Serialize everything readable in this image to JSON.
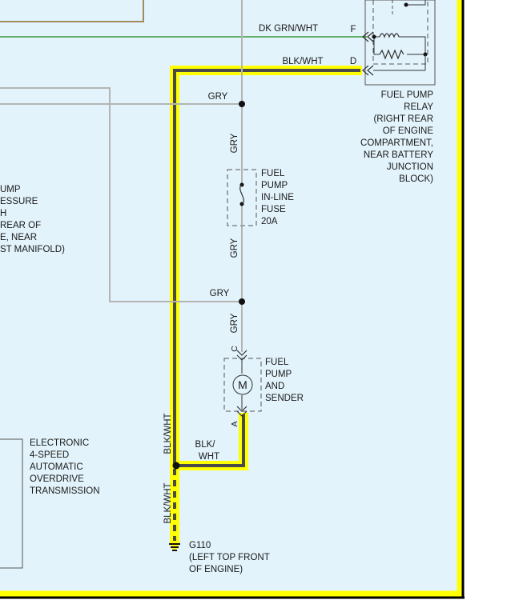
{
  "wires": {
    "dk_grn_wht": "DK GRN/WHT",
    "blk_wht_top": "BLK/WHT",
    "gry_left_top": "GRY",
    "gry_vert_1": "GRY",
    "gry_vert_2": "GRY",
    "gry_left_mid": "GRY",
    "gry_vert_3": "GRY",
    "blk_wht_vert_1": "BLK/WHT",
    "blk_wht_vert_2": "BLK/WHT",
    "blk_wht_short_1": "BLK/",
    "blk_wht_short_2": "WHT"
  },
  "pins": {
    "relay_f": "F",
    "relay_d": "D",
    "pump_c": "C",
    "pump_a": "A"
  },
  "relay": {
    "lines": [
      "FUEL PUMP",
      "RELAY",
      "(RIGHT REAR",
      "OF ENGINE",
      "COMPARTMENT,",
      "NEAR BATTERY",
      "JUNCTION",
      "BLOCK)"
    ]
  },
  "fuse": {
    "lines": [
      "FUEL",
      "PUMP",
      "IN-LINE",
      "FUSE",
      "20A"
    ]
  },
  "pump": {
    "motor_symbol": "M",
    "lines": [
      "FUEL",
      "PUMP",
      "AND",
      "SENDER"
    ]
  },
  "left_partial": {
    "lines": [
      "UMP",
      "ESSURE",
      "H",
      "REAR OF",
      "E, NEAR",
      "ST MANIFOLD)"
    ]
  },
  "transmission": {
    "lines": [
      "ELECTRONIC",
      "4-SPEED",
      "AUTOMATIC",
      "OVERDRIVE",
      "TRANSMISSION"
    ]
  },
  "ground": {
    "lines": [
      "G110",
      "(LEFT TOP FRONT",
      "OF ENGINE)"
    ]
  },
  "colors": {
    "background": "#e2f3fb",
    "highlight": "#ffff00",
    "gry_wire": "#b4b4b4",
    "blk_wht_wire": "#4a4a4a",
    "dk_grn_wht_wire": "#3a9a3a",
    "component_border": "#555555",
    "tan_border": "#a08c5a"
  }
}
